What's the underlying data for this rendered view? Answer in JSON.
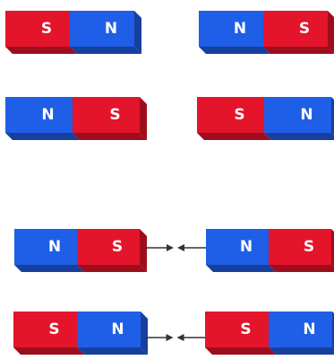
{
  "colors": {
    "north_face": "#1f5ee6",
    "north_top": "#6a98f2",
    "north_side": "#173f9e",
    "south_face": "#e4142a",
    "south_top": "#f26876",
    "south_side": "#9e0d1c",
    "arrow": "#333333"
  },
  "magnets": [
    {
      "id": "row1-left",
      "left_pole": "S",
      "right_pole": "N"
    },
    {
      "id": "row1-right",
      "left_pole": "N",
      "right_pole": "S"
    },
    {
      "id": "row2-left",
      "left_pole": "N",
      "right_pole": "S"
    },
    {
      "id": "row2-right",
      "left_pole": "S",
      "right_pole": "N"
    },
    {
      "id": "row3-left",
      "left_pole": "N",
      "right_pole": "S"
    },
    {
      "id": "row3-right",
      "left_pole": "N",
      "right_pole": "S"
    },
    {
      "id": "row4-left",
      "left_pole": "S",
      "right_pole": "N"
    },
    {
      "id": "row4-right",
      "left_pole": "S",
      "right_pole": "N"
    }
  ],
  "interactions": [
    {
      "row": "row3",
      "type": "attract"
    },
    {
      "row": "row4",
      "type": "attract"
    }
  ]
}
